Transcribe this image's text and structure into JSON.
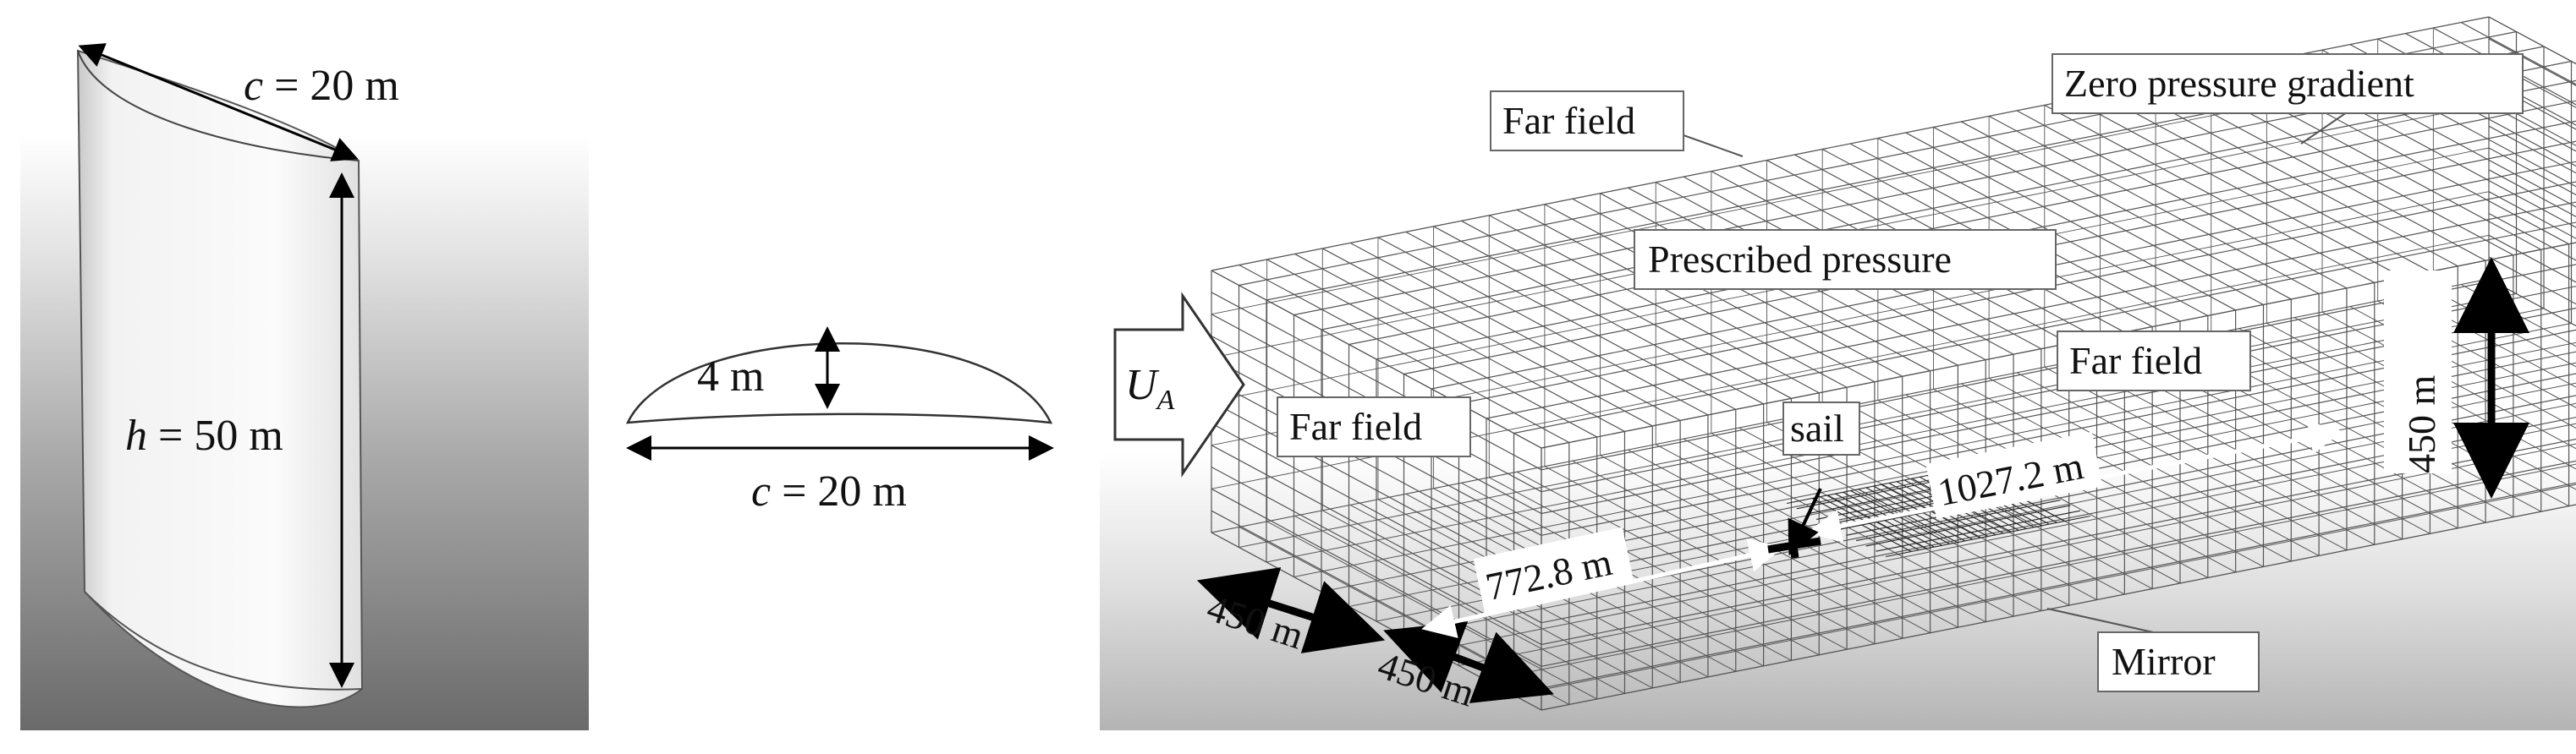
{
  "panel_sail_3d": {
    "chord_label": "c = 20 m",
    "chord_symbol": "c",
    "chord_value": " = 20 m",
    "height_label": "h = 50 m",
    "height_symbol": "h",
    "height_value": " = 50 m"
  },
  "panel_section": {
    "camber_label": "4 m",
    "chord_symbol": "c",
    "chord_value": " = 20 m"
  },
  "panel_domain": {
    "inflow_symbol": "U",
    "inflow_subscript": "A",
    "labels": {
      "far_field_top": "Far field",
      "zero_pressure_gradient": "Zero pressure gradient",
      "prescribed_pressure": "Prescribed pressure",
      "far_field_right": "Far field",
      "far_field_left": "Far field",
      "sail": "sail",
      "mirror": "Mirror"
    },
    "dimensions": {
      "height": "450 m",
      "downstream": "1027.2 m",
      "upstream": "772.8 m",
      "width_front": "450 m",
      "width_side": "450 m"
    }
  },
  "colors": {
    "mesh_line": "#555555",
    "mesh_dense": "#222222",
    "background_gradient_top": "#ffffff",
    "background_gradient_bottom": "#6e6e6e",
    "sail_surface": "#f4f4f4",
    "arrow_white": "#ffffff",
    "arrow_black": "#000000"
  }
}
